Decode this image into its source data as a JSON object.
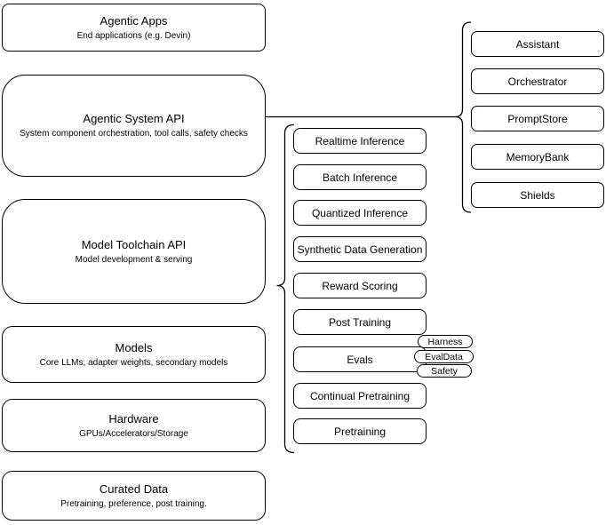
{
  "diagram_title": "Agentic system architecture diagram",
  "left_stack": [
    {
      "title": "Agentic Apps",
      "subtitle": "End applications (e.g. Devin)"
    },
    {
      "title": "Agentic System API",
      "subtitle": "System component orchestration, tool calls, safety checks"
    },
    {
      "title": "Model Toolchain API",
      "subtitle": "Model development & serving"
    },
    {
      "title": "Models",
      "subtitle": "Core LLMs, adapter weights, secondary models"
    },
    {
      "title": "Hardware",
      "subtitle": "GPUs/Accelerators/Storage"
    },
    {
      "title": "Curated Data",
      "subtitle": "Pretraining, preference, post training."
    }
  ],
  "toolchain_items": [
    "Realtime Inference",
    "Batch Inference",
    "Quantized Inference",
    "Synthetic Data Generation",
    "Reward Scoring",
    "Post Training",
    "Evals",
    "Continual Pretraining",
    "Pretraining"
  ],
  "evals_pills": [
    "Harness",
    "EvalData",
    "Safety"
  ],
  "system_components": [
    "Assistant",
    "Orchestrator",
    "PromptStore",
    "MemoryBank",
    "Shields"
  ],
  "colors": {
    "stroke": "#000000",
    "background": "#ffffff"
  }
}
